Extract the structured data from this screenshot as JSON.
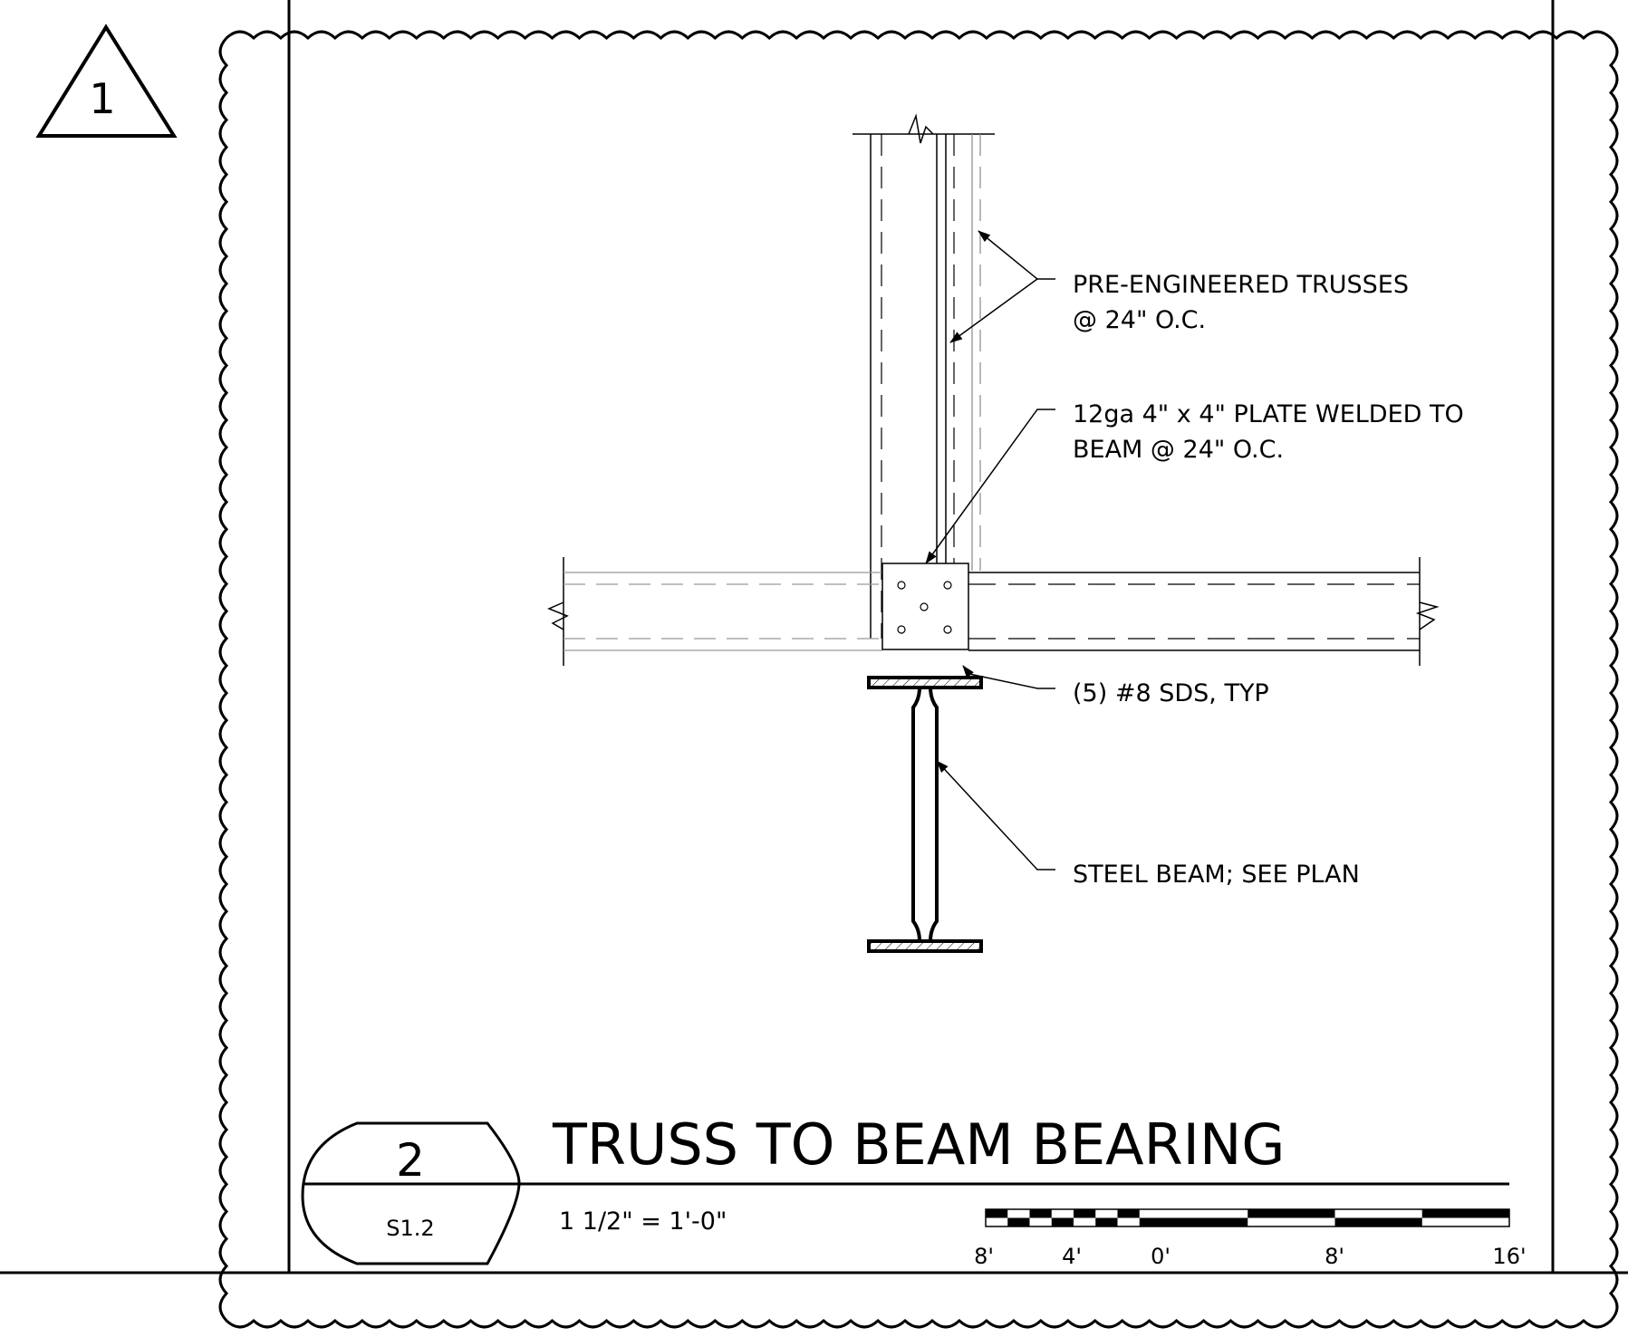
{
  "revision": {
    "number": "1"
  },
  "detail": {
    "number": "2",
    "sheet": "S1.2",
    "title": "TRUSS TO BEAM BEARING",
    "scale": "1 1/2\" = 1'-0\""
  },
  "callouts": {
    "trusses_line1": "PRE-ENGINEERED TRUSSES",
    "trusses_line2": "@ 24\" O.C.",
    "plate_line1": "12ga 4\" x 4\" PLATE WELDED TO",
    "plate_line2": "BEAM @ 24\" O.C.",
    "screws": "(5) #8 SDS, TYP",
    "beam": "STEEL BEAM; SEE PLAN"
  },
  "scale_bar": {
    "labels": [
      "8'",
      "4'",
      "0'",
      "8'",
      "16'"
    ]
  }
}
